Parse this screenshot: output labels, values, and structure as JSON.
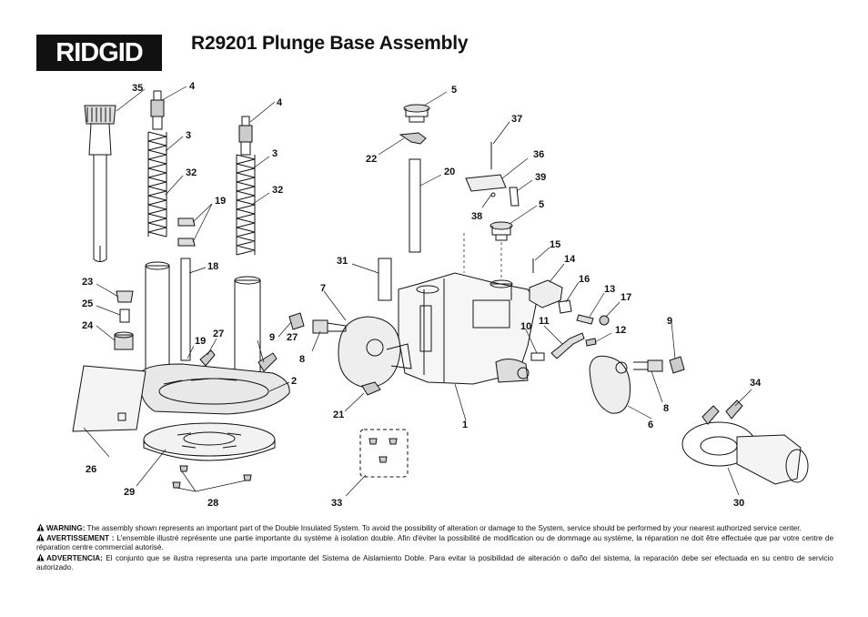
{
  "brand": {
    "logo_text": "RIDGID"
  },
  "title": "R29201 Plunge Base Assembly",
  "callouts": [
    {
      "id": "c35",
      "label": "35"
    },
    {
      "id": "c4a",
      "label": "4"
    },
    {
      "id": "c4b",
      "label": "4"
    },
    {
      "id": "c3a",
      "label": "3"
    },
    {
      "id": "c3b",
      "label": "3"
    },
    {
      "id": "c32a",
      "label": "32"
    },
    {
      "id": "c32b",
      "label": "32"
    },
    {
      "id": "c19a",
      "label": "19"
    },
    {
      "id": "c18",
      "label": "18"
    },
    {
      "id": "c23",
      "label": "23"
    },
    {
      "id": "c25",
      "label": "25"
    },
    {
      "id": "c24",
      "label": "24"
    },
    {
      "id": "c19b",
      "label": "19"
    },
    {
      "id": "c27a",
      "label": "27"
    },
    {
      "id": "c26",
      "label": "26"
    },
    {
      "id": "c2",
      "label": "2"
    },
    {
      "id": "c29",
      "label": "29"
    },
    {
      "id": "c28",
      "label": "28"
    },
    {
      "id": "c9a",
      "label": "9"
    },
    {
      "id": "c27b",
      "label": "27"
    },
    {
      "id": "c8a",
      "label": "8"
    },
    {
      "id": "c7",
      "label": "7"
    },
    {
      "id": "c31",
      "label": "31"
    },
    {
      "id": "c21",
      "label": "21"
    },
    {
      "id": "c33",
      "label": "33"
    },
    {
      "id": "c5a",
      "label": "5"
    },
    {
      "id": "c22",
      "label": "22"
    },
    {
      "id": "c20",
      "label": "20"
    },
    {
      "id": "c37",
      "label": "37"
    },
    {
      "id": "c36",
      "label": "36"
    },
    {
      "id": "c39",
      "label": "39"
    },
    {
      "id": "c38",
      "label": "38"
    },
    {
      "id": "c5b",
      "label": "5"
    },
    {
      "id": "c15",
      "label": "15"
    },
    {
      "id": "c14",
      "label": "14"
    },
    {
      "id": "c16",
      "label": "16"
    },
    {
      "id": "c13",
      "label": "13"
    },
    {
      "id": "c17",
      "label": "17"
    },
    {
      "id": "c10",
      "label": "10"
    },
    {
      "id": "c11",
      "label": "11"
    },
    {
      "id": "c12",
      "label": "12"
    },
    {
      "id": "c1",
      "label": "1"
    },
    {
      "id": "c9b",
      "label": "9"
    },
    {
      "id": "c8b",
      "label": "8"
    },
    {
      "id": "c6",
      "label": "6"
    },
    {
      "id": "c34",
      "label": "34"
    },
    {
      "id": "c30",
      "label": "30"
    }
  ],
  "warnings": [
    {
      "heading": "WARNING:",
      "text": "The assembly shown represents an important part of the Double Insulated System. To avoid the possibility of alteration or damage to the System, service should be performed by your nearest authorized service center."
    },
    {
      "heading": "AVERTISSEMENT :",
      "text": "L'ensemble illustré représente une partie importante du système à isolation double. Afin d'éviter la possibilité de modification ou de dommage au système, la réparation ne doit être effectuée que par votre centre de réparation centre commercial autorisé."
    },
    {
      "heading": "ADVERTENCIA:",
      "text": "El conjunto que se ilustra representa una parte importante del Sistema de Aislamiento Doble. Para evitar la posibilidad de alteración o daño del sistema, la reparación debe ser efectuada en su centro de servicio autorizado."
    }
  ],
  "colors": {
    "ink": "#111111",
    "paper": "#ffffff",
    "shade": "#bdbdbd"
  }
}
